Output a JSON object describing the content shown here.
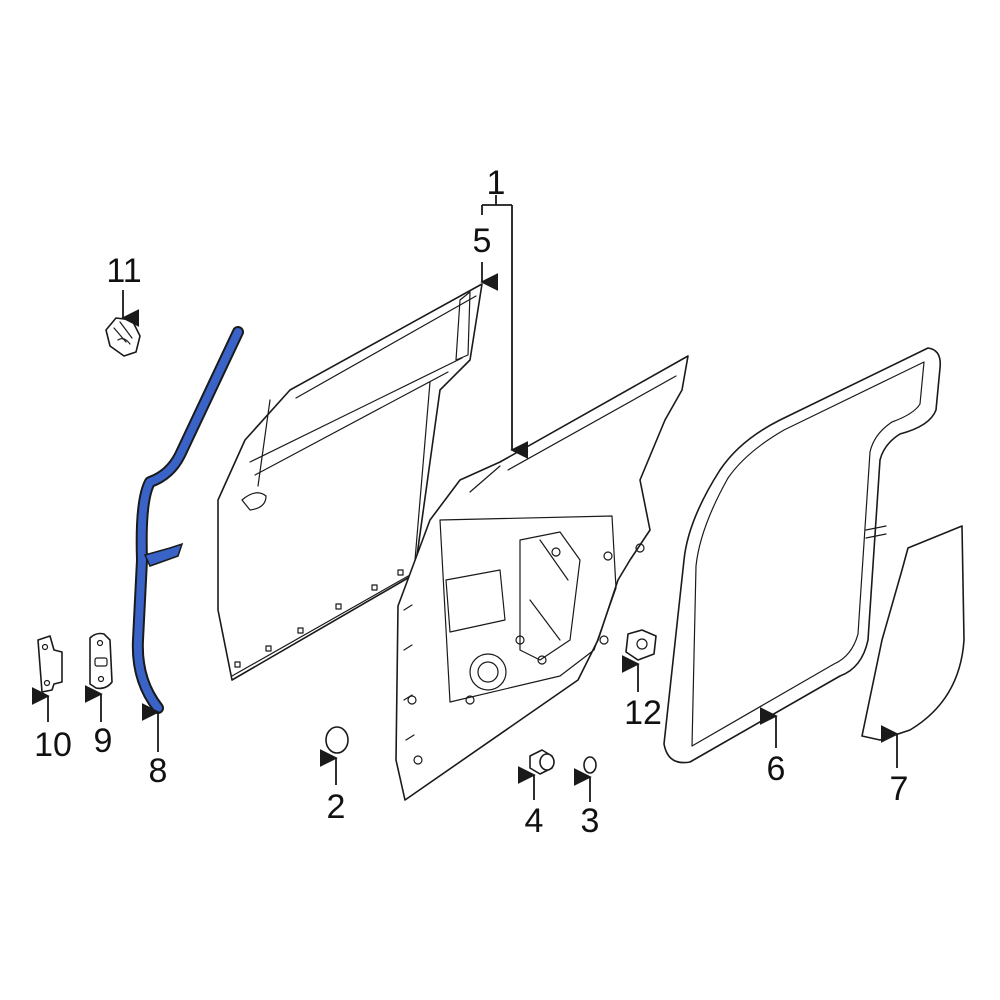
{
  "highlight_color": "#3a63c8",
  "line_color": "#1a1a1a",
  "callouts": {
    "c1": "1",
    "c2": "2",
    "c3": "3",
    "c4": "4",
    "c5": "5",
    "c6": "6",
    "c7": "7",
    "c8": "8",
    "c9": "9",
    "c10": "10",
    "c11": "11",
    "c12": "12"
  }
}
